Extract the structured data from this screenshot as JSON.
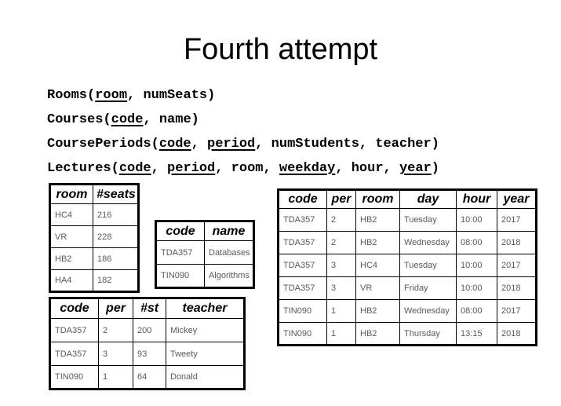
{
  "title": "Fourth attempt",
  "colors": {
    "background": "#ffffff",
    "title_text": "#000000",
    "table_border": "#000000",
    "header_text": "#000000",
    "cell_text": "#595959"
  },
  "schema_lines": [
    {
      "relation": "Rooms",
      "attributes": [
        {
          "name": "room",
          "pk": true
        },
        {
          "name": "numSeats",
          "pk": false
        }
      ]
    },
    {
      "relation": "Courses",
      "attributes": [
        {
          "name": "code",
          "pk": true
        },
        {
          "name": "name",
          "pk": false
        }
      ]
    },
    {
      "relation": "CoursePeriods",
      "attributes": [
        {
          "name": "code",
          "pk": true
        },
        {
          "name": "period",
          "pk": true
        },
        {
          "name": "numStudents",
          "pk": false
        },
        {
          "name": "teacher",
          "pk": false
        }
      ]
    },
    {
      "relation": "Lectures",
      "attributes": [
        {
          "name": "code",
          "pk": true
        },
        {
          "name": "period",
          "pk": true
        },
        {
          "name": "room",
          "pk": false
        },
        {
          "name": "weekday",
          "pk": true
        },
        {
          "name": "hour",
          "pk": false
        },
        {
          "name": "year",
          "pk": true
        }
      ]
    }
  ],
  "tables": {
    "rooms": {
      "headers": [
        "room",
        "#seats"
      ],
      "rows": [
        [
          "HC4",
          "216"
        ],
        [
          "VR",
          "228"
        ],
        [
          "HB2",
          "186"
        ],
        [
          "HA4",
          "182"
        ]
      ]
    },
    "courses": {
      "headers": [
        "code",
        "name"
      ],
      "rows": [
        [
          "TDA357",
          "Databases"
        ],
        [
          "TIN090",
          "Algorithms"
        ]
      ]
    },
    "course_periods": {
      "headers": [
        "code",
        "per",
        "#st",
        "teacher"
      ],
      "rows": [
        [
          "TDA357",
          "2",
          "200",
          "Mickey"
        ],
        [
          "TDA357",
          "3",
          "93",
          "Tweety"
        ],
        [
          "TIN090",
          "1",
          "64",
          "Donald"
        ]
      ]
    },
    "lectures": {
      "headers": [
        "code",
        "per",
        "room",
        "day",
        "hour",
        "year"
      ],
      "rows": [
        [
          "TDA357",
          "2",
          "HB2",
          "Tuesday",
          "10:00",
          "2017"
        ],
        [
          "TDA357",
          "2",
          "HB2",
          "Wednesday",
          "08:00",
          "2018"
        ],
        [
          "TDA357",
          "3",
          "HC4",
          "Tuesday",
          "10:00",
          "2017"
        ],
        [
          "TDA357",
          "3",
          "VR",
          "Friday",
          "10:00",
          "2018"
        ],
        [
          "TIN090",
          "1",
          "HB2",
          "Wednesday",
          "08:00",
          "2017"
        ],
        [
          "TIN090",
          "1",
          "HB2",
          "Thursday",
          "13:15",
          "2018"
        ]
      ]
    }
  }
}
